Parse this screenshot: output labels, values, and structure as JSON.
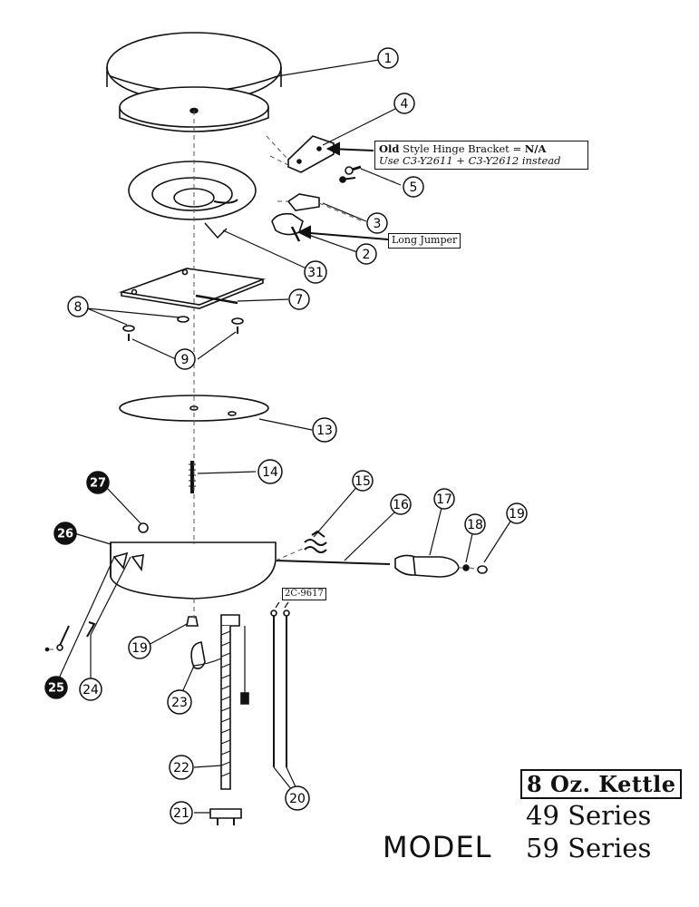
{
  "callouts": {
    "c1": "1",
    "c2": "2",
    "c3": "3",
    "c4": "4",
    "c5": "5",
    "c7": "7",
    "c8": "8",
    "c9": "9",
    "c13": "13",
    "c14": "14",
    "c15": "15",
    "c16": "16",
    "c17": "17",
    "c18": "18",
    "c19a": "19",
    "c19b": "19",
    "c20": "20",
    "c21": "21",
    "c22": "22",
    "c23": "23",
    "c24": "24",
    "c25": "25",
    "c26": "26",
    "c27": "27",
    "c31": "31"
  },
  "notes": {
    "hinge_bold": "Old",
    "hinge_text": " Style Hinge Bracket = ",
    "hinge_na": "N/A",
    "hinge_line2": "Use C3-Y2611 + C3-Y2612 instead",
    "long_jumper": "Long Jumper",
    "part_2c": "2C-9617"
  },
  "model": {
    "name": "8 Oz. Kettle",
    "series_a": "49 Series",
    "series_b": "59 Series",
    "label": "MODEL"
  }
}
